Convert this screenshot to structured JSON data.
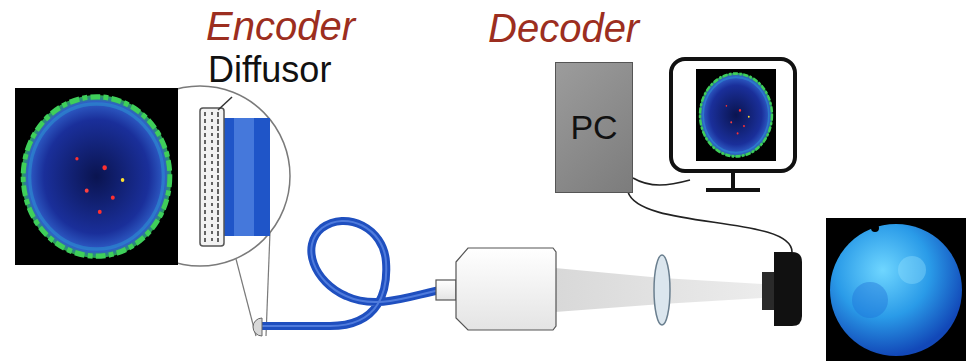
{
  "diagram": {
    "nodes": [
      {
        "text": [
          "PC"
        ]
      }
    ],
    "labels": [
      "Encoder",
      "Diffusor",
      "Decoder"
    ]
  }
}
